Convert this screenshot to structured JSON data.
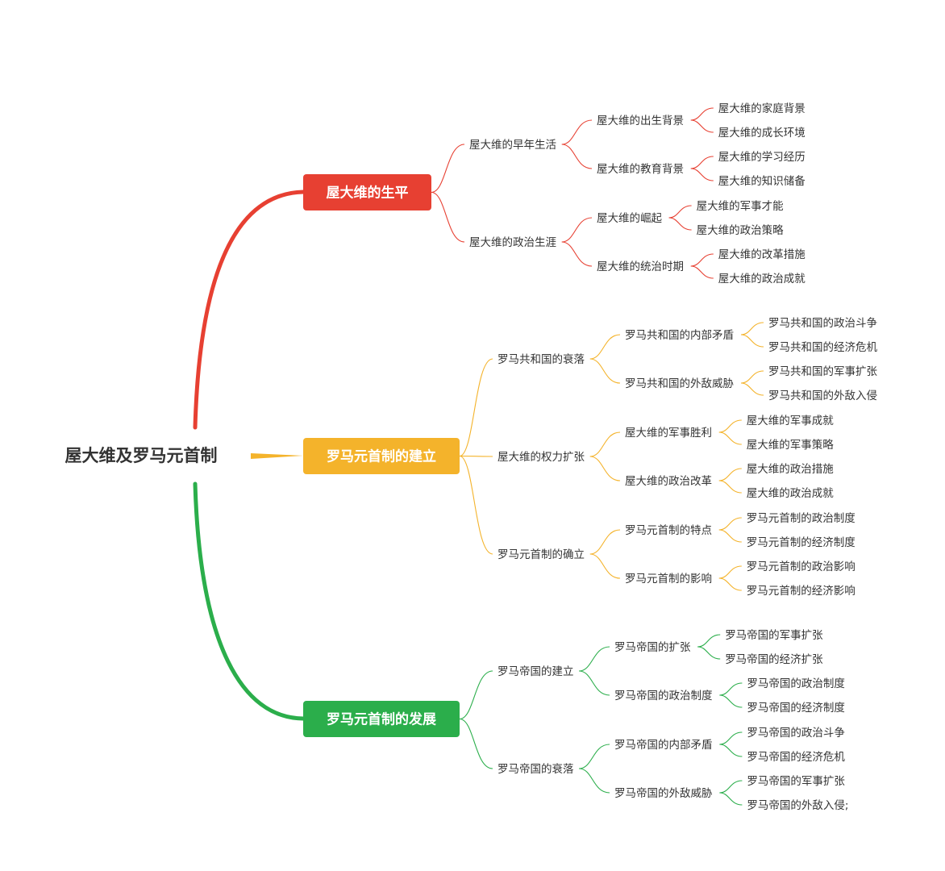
{
  "root": "屋大维及罗马元首制",
  "branches": [
    {
      "label": "屋大维的生平",
      "color": "#e74032",
      "children": [
        {
          "label": "屋大维的早年生活",
          "children": [
            {
              "label": "屋大维的出生背景",
              "children": [
                "屋大维的家庭背景",
                "屋大维的成长环境"
              ]
            },
            {
              "label": "屋大维的教育背景",
              "children": [
                "屋大维的学习经历",
                "屋大维的知识储备"
              ]
            }
          ]
        },
        {
          "label": "屋大维的政治生涯",
          "children": [
            {
              "label": "屋大维的崛起",
              "children": [
                "屋大维的军事才能",
                "屋大维的政治策略"
              ]
            },
            {
              "label": "屋大维的统治时期",
              "children": [
                "屋大维的改革措施",
                "屋大维的政治成就"
              ]
            }
          ]
        }
      ]
    },
    {
      "label": "罗马元首制的建立",
      "color": "#f4b32b",
      "children": [
        {
          "label": "罗马共和国的衰落",
          "children": [
            {
              "label": "罗马共和国的内部矛盾",
              "children": [
                "罗马共和国的政治斗争",
                "罗马共和国的经济危机"
              ]
            },
            {
              "label": "罗马共和国的外敌威胁",
              "children": [
                "罗马共和国的军事扩张",
                "罗马共和国的外敌入侵"
              ]
            }
          ]
        },
        {
          "label": "屋大维的权力扩张",
          "children": [
            {
              "label": "屋大维的军事胜利",
              "children": [
                "屋大维的军事成就",
                "屋大维的军事策略"
              ]
            },
            {
              "label": "屋大维的政治改革",
              "children": [
                "屋大维的政治措施",
                "屋大维的政治成就"
              ]
            }
          ]
        },
        {
          "label": "罗马元首制的确立",
          "children": [
            {
              "label": "罗马元首制的特点",
              "children": [
                "罗马元首制的政治制度",
                "罗马元首制的经济制度"
              ]
            },
            {
              "label": "罗马元首制的影响",
              "children": [
                "罗马元首制的政治影响",
                "罗马元首制的经济影响"
              ]
            }
          ]
        }
      ]
    },
    {
      "label": "罗马元首制的发展",
      "color": "#2bae4b",
      "children": [
        {
          "label": "罗马帝国的建立",
          "children": [
            {
              "label": "罗马帝国的扩张",
              "children": [
                "罗马帝国的军事扩张",
                "罗马帝国的经济扩张"
              ]
            },
            {
              "label": "罗马帝国的政治制度",
              "children": [
                "罗马帝国的政治制度",
                "罗马帝国的经济制度"
              ]
            }
          ]
        },
        {
          "label": "罗马帝国的衰落",
          "children": [
            {
              "label": "罗马帝国的内部矛盾",
              "children": [
                "罗马帝国的政治斗争",
                "罗马帝国的经济危机"
              ]
            },
            {
              "label": "罗马帝国的外敌威胁",
              "children": [
                "罗马帝国的军事扩张",
                "罗马帝国的外敌入侵;"
              ]
            }
          ]
        }
      ]
    }
  ]
}
